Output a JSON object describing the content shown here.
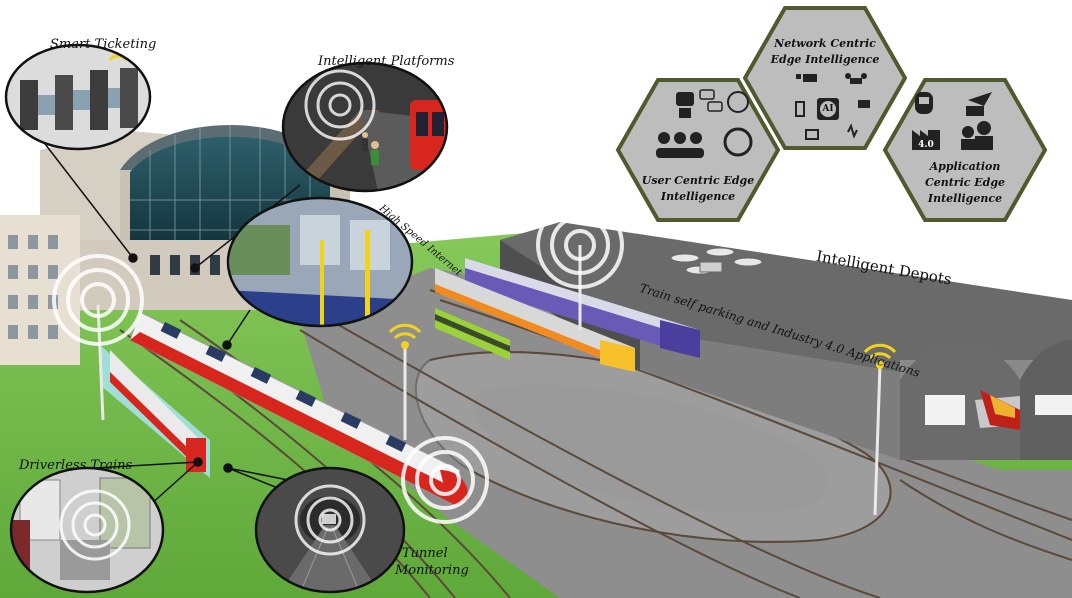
{
  "labels": {
    "smart_ticketing": "Smart Ticketing",
    "intelligent_platforms": "Intelligent Platforms",
    "high_speed_internet": "High Speed Internet",
    "intelligent_depots": "Intelligent Depots",
    "train_self_parking": "Train self parking and Industry 4.0 Applications",
    "driverless_trains": "Driverless Trains",
    "tunnel_monitoring_1": "Tunnel",
    "tunnel_monitoring_2": "Monitoring"
  },
  "hexagons": {
    "network": {
      "line1": "Network Centric",
      "line2": "Edge Intelligence"
    },
    "user": {
      "line1": "User Centric Edge",
      "line2": "Intelligence"
    },
    "application": {
      "line1": "Application",
      "line2": "Centric Edge",
      "line3": "Intelligence"
    }
  },
  "icons": {
    "ai_chip": "AI",
    "industry": "4.0"
  },
  "colors": {
    "grass": "#7cc24a",
    "track_bed": "#8e8e8e",
    "hex_fill": "#bdbdbd",
    "hex_border": "#4f5a2f",
    "tube_red": "#d7261e",
    "depot_roof": "#595959"
  }
}
